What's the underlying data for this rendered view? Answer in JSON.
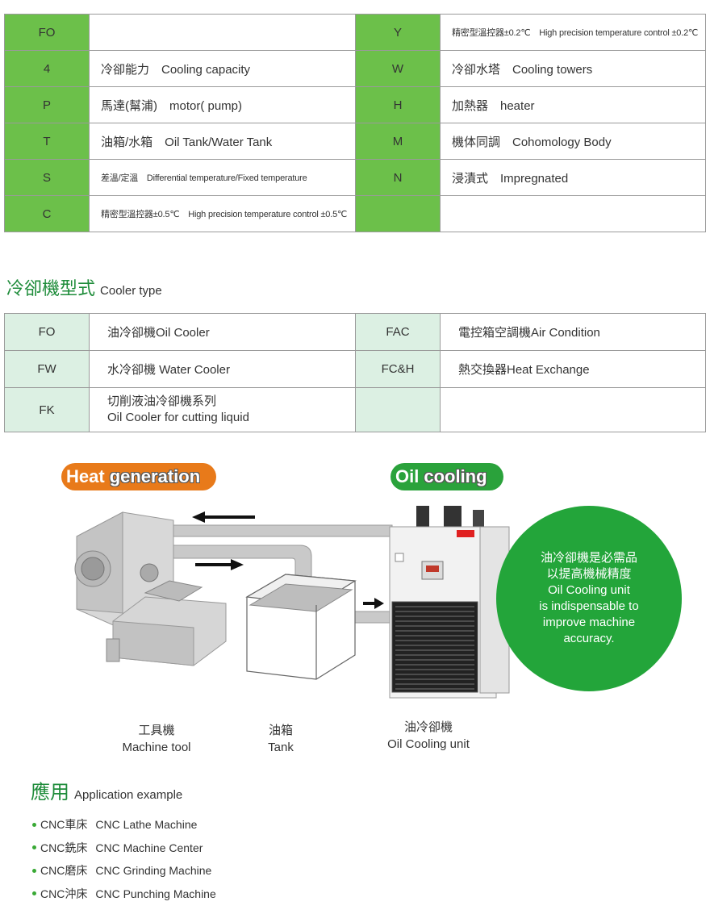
{
  "codes_table": {
    "rows": [
      {
        "left_code": "FO",
        "left_desc": "",
        "right_code": "Y",
        "right_desc": "精密型溫控器±0.2℃　High precision temperature control ±0.2℃"
      },
      {
        "left_code": "4",
        "left_desc": "冷卻能力　Cooling capacity",
        "right_code": "W",
        "right_desc": "冷卻水塔　Cooling towers"
      },
      {
        "left_code": "P",
        "left_desc": "馬達(幫浦)　motor( pump)",
        "right_code": "H",
        "right_desc": "加熱器　heater"
      },
      {
        "left_code": "T",
        "left_desc": "油箱/水箱　Oil Tank/Water Tank",
        "right_code": "M",
        "right_desc": "機体同調　Cohomology Body"
      },
      {
        "left_code": "S",
        "left_desc": "差溫/定溫　Differential temperature/Fixed temperature",
        "right_code": "N",
        "right_desc": "浸漬式　Impregnated"
      },
      {
        "left_code": "C",
        "left_desc": "精密型溫控器±0.5℃　High precision temperature control ±0.5℃",
        "right_code": "",
        "right_desc": ""
      }
    ]
  },
  "cooler_section": {
    "title": "冷卻機型式",
    "title_en": "Cooler type",
    "rows": [
      {
        "left_code": "FO",
        "left_desc": "油冷卻機Oil Cooler",
        "right_code": "FAC",
        "right_desc": "電控箱空調機Air Condition"
      },
      {
        "left_code": "FW",
        "left_desc": "水冷卻機 Water Cooler",
        "right_code": "FC&H",
        "right_desc": "熱交換器Heat Exchange"
      },
      {
        "left_code": "FK",
        "left_desc_line1": "切削液油冷卻機系列",
        "left_desc_line2": "Oil Cooler for cutting liquid",
        "right_code": "",
        "right_desc": ""
      }
    ]
  },
  "diagram": {
    "heat_badge": {
      "word1": "Heat",
      "word2": "generation"
    },
    "oil_badge": {
      "word1": "Oil",
      "word2": "cooling"
    },
    "circle": {
      "line1": "油冷卻機是必需品",
      "line2": "以提高機械精度",
      "line3": "Oil Cooling unit",
      "line4": "is indispensable to",
      "line5": "improve machine",
      "line6": "accuracy."
    },
    "captions": {
      "machine_zh": "工具機",
      "machine_en": "Machine tool",
      "tank_zh": "油箱",
      "tank_en": "Tank",
      "unit_zh": "油冷卻機",
      "unit_en": "Oil Cooling unit"
    },
    "colors": {
      "heat": "#e87a1a",
      "oil": "#2aa23b",
      "circle": "#23a53a"
    }
  },
  "application": {
    "title": "應用",
    "title_en": "Application example",
    "items": [
      {
        "zh": "CNC車床",
        "en": "CNC Lathe Machine"
      },
      {
        "zh": "CNC銑床",
        "en": "CNC Machine Center"
      },
      {
        "zh": "CNC磨床",
        "en": "CNC Grinding Machine"
      },
      {
        "zh": "CNC沖床",
        "en": "CNC Punching Machine"
      }
    ]
  },
  "colors": {
    "code_green": "#6cc04a",
    "code_light_green": "#dcf0e3",
    "title_green": "#1e8c3a"
  }
}
